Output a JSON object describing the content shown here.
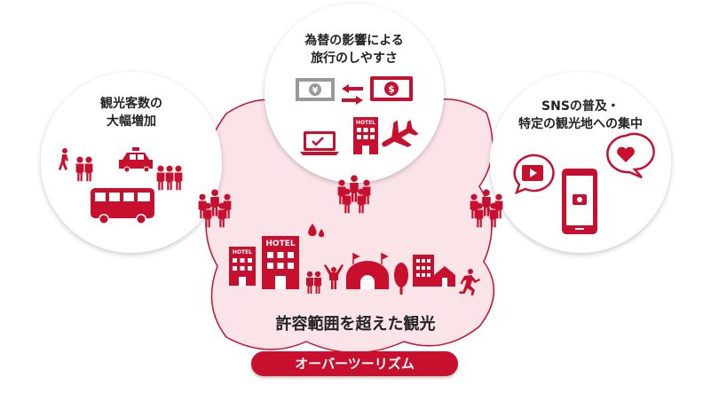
{
  "circles": {
    "left": {
      "line1": "観光客数の",
      "line2": "大幅増加"
    },
    "top": {
      "line1": "為替の影響による",
      "line2": "旅行のしやすさ"
    },
    "right": {
      "line1": "SNSの普及・",
      "line2": "特定の観光地への集中"
    }
  },
  "center": {
    "title": "許容範囲を超えた観光",
    "badge": "オーバーツーリズム",
    "hotel_sign": "HOTEL"
  },
  "icons": {
    "currency_yen": "¥",
    "currency_dollar": "$"
  },
  "colors": {
    "accent": "#c8102e",
    "blob_fill": "#fbe4e7",
    "circle_fill": "#ffffff"
  }
}
